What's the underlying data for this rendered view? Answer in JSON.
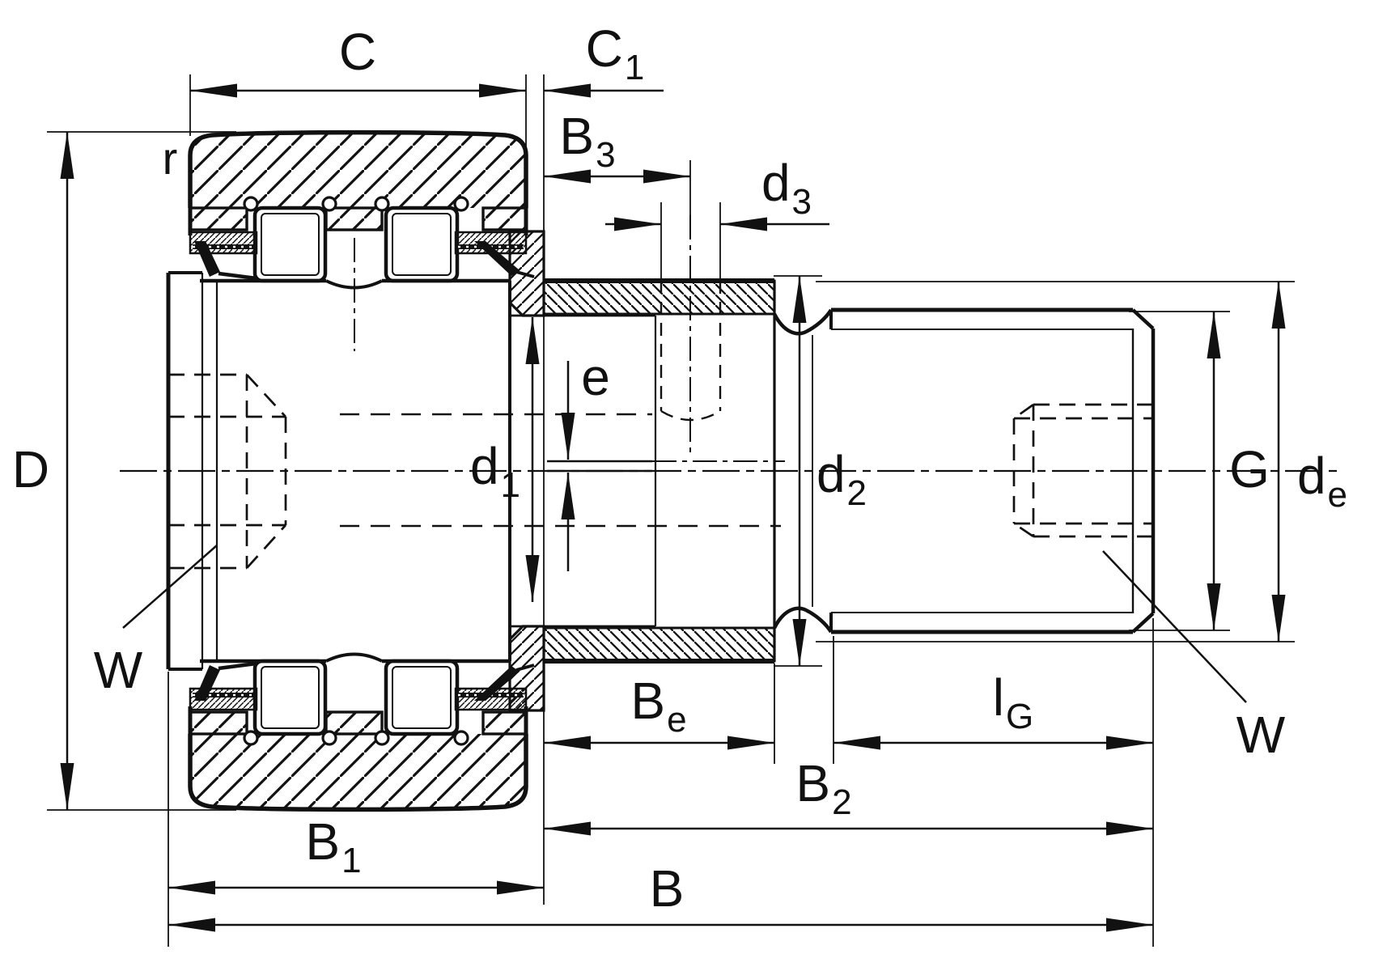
{
  "drawing": {
    "type": "bearing-cross-section",
    "colors": {
      "line": "#111111",
      "background": "#ffffff"
    },
    "labels": {
      "C": {
        "base": "C"
      },
      "C1": {
        "base": "C",
        "sub": "1"
      },
      "B3": {
        "base": "B",
        "sub": "3"
      },
      "d3": {
        "base": "d",
        "sub": "3"
      },
      "r": {
        "base": "r"
      },
      "D": {
        "base": "D"
      },
      "e": {
        "base": "e"
      },
      "d1": {
        "base": "d",
        "sub": "1"
      },
      "d2": {
        "base": "d",
        "sub": "2"
      },
      "G": {
        "base": "G"
      },
      "de": {
        "base": "d",
        "sub": "e"
      },
      "W_left": {
        "base": "W"
      },
      "W_right": {
        "base": "W"
      },
      "Be": {
        "base": "B",
        "sub": "e"
      },
      "lG": {
        "base": "l",
        "sub": "G"
      },
      "B2": {
        "base": "B",
        "sub": "2"
      },
      "B1": {
        "base": "B",
        "sub": "1"
      },
      "B": {
        "base": "B"
      }
    }
  }
}
